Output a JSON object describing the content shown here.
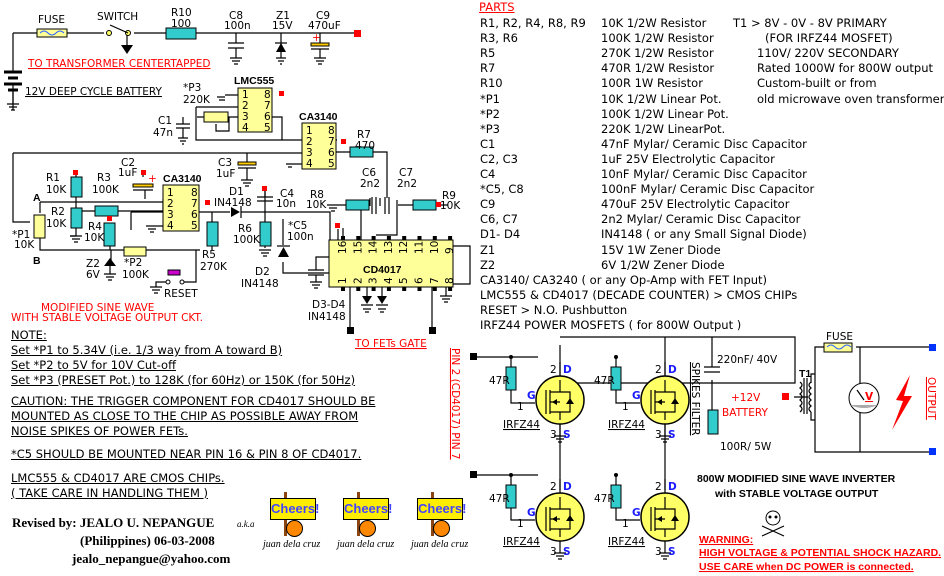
{
  "top": {
    "fuse": "FUSE",
    "switch": "SWITCH",
    "r10": [
      "R10",
      "100"
    ],
    "c8": [
      "C8",
      "100n"
    ],
    "z1": [
      "Z1",
      "15V"
    ],
    "c9": [
      "C9",
      "470uF"
    ],
    "to_transformer": "TO TRANSFORMER CENTERTAPPED",
    "battery": "12V DEEP CYCLE BATTERY"
  },
  "osc": {
    "lmc555": "LMC555",
    "lmc555_pins": [
      "1",
      "2",
      "3",
      "4",
      "8",
      "7",
      "6",
      "5"
    ],
    "p3": [
      "*P3",
      "220K"
    ],
    "c1": [
      "C1",
      "47n"
    ],
    "ca3140_top": "CA3140",
    "ca3140_pins": [
      "1",
      "2",
      "3",
      "4",
      "8",
      "7",
      "6",
      "5"
    ],
    "r7": [
      "R7",
      "470"
    ],
    "c3": [
      "C3",
      "1uF"
    ]
  },
  "ctrl": {
    "c2": [
      "C2",
      "1uF"
    ],
    "ca3140": "CA3140",
    "r1": [
      "R1",
      "10K"
    ],
    "r2": [
      "R2",
      "10K"
    ],
    "r3": [
      "R3",
      "100K"
    ],
    "r4": [
      "R4",
      "10K"
    ],
    "a": "A",
    "b": "B",
    "p1": [
      "*P1",
      "10K"
    ],
    "z2": [
      "Z2",
      "6V"
    ],
    "p2": [
      "*P2",
      "100K"
    ],
    "reset": "RESET",
    "r5": [
      "R5",
      "270K"
    ],
    "d1": [
      "D1",
      "IN4148"
    ],
    "c4": [
      "C4",
      "10n"
    ],
    "r6": [
      "R6",
      "100K"
    ],
    "c5": [
      "*C5",
      "100n"
    ],
    "d2": [
      "D2",
      "IN4148"
    ],
    "c6": [
      "C6",
      "2n2"
    ],
    "c7": [
      "C7",
      "2n2"
    ],
    "r8": [
      "R8",
      "10K"
    ],
    "r9": [
      "R9",
      "10K"
    ],
    "cd4017": "CD4017",
    "cd4017_top_pins": [
      "16",
      "15",
      "14",
      "13",
      "12",
      "11",
      "10",
      "9"
    ],
    "cd4017_bottom_pins": [
      "1",
      "2",
      "3",
      "4",
      "5",
      "6",
      "7",
      "8"
    ],
    "d3d4": [
      "D3-D4",
      "IN4148"
    ],
    "to_fets_gate": "TO FETs GATE",
    "title": [
      "MODIFIED SINE WAVE",
      "WITH STABLE VOLTAGE OUTPUT CKT."
    ]
  },
  "notes": [
    "NOTE:",
    "Set *P1 to 5.34V (i.e. 1/3 way from A toward B)",
    "Set *P2 to 5V for 10V Cut-off",
    "Set *P3 (PRESET Pot.) to 128K (for 60Hz) or 150K (for 50Hz)",
    "CAUTION: THE TRIGGER COMPONENT FOR CD4017 SHOULD BE",
    "MOUNTED AS CLOSE TO THE CHIP AS POSSIBLE AWAY FROM",
    "NOISE SPIKES OF POWER FETs.",
    "*C5 SHOULD BE MOUNTED NEAR PIN 16 & PIN 8 OF CD4017.",
    "LMC555 & CD4017 ARE CMOS CHIPs.",
    "( TAKE CARE IN HANDLING THEM )"
  ],
  "credits": {
    "revised": "Revised by:   JEALO U. NEPANGUE",
    "aka": "a.k.a",
    "place_date": "(Philippines)     06-03-2008",
    "email": "jealo_nepangue@yahoo.com",
    "cheers": [
      {
        "sign": "Cheers!",
        "caption": "juan dela cruz"
      },
      {
        "sign": "Cheers!",
        "caption": "juan dela cruz"
      },
      {
        "sign": "Cheers!",
        "caption": "juan dela cruz"
      }
    ]
  },
  "parts": {
    "title": "PARTS",
    "rows": [
      [
        "R1, R2, R4, R8, R9",
        "10K 1/2W Resistor"
      ],
      [
        "R3, R6",
        "100K 1/2W Resistor"
      ],
      [
        "R5",
        "270K 1/2W Resistor"
      ],
      [
        "R7",
        "470R 1/2W Resistor"
      ],
      [
        "R10",
        "100R 1W Resistor"
      ],
      [
        "*P1",
        "10K 1/2W Linear Pot."
      ],
      [
        "*P2",
        "100K 1/2W Linear Pot."
      ],
      [
        "*P3",
        "220K 1/2W LinearPot."
      ],
      [
        "C1",
        "47nF Mylar/ Ceramic Disc Capacitor"
      ],
      [
        "C2, C3",
        "1uF 25V Electrolytic Capacitor"
      ],
      [
        "C4",
        "10nF Mylar/ Ceramic Disc Capacitor"
      ],
      [
        "*C5, C8",
        "100nF Mylar/ Ceramic Disc Capacitor"
      ],
      [
        "C9",
        "470uF 25V Electrolytic Capacitor"
      ],
      [
        "C6, C7",
        "2n2 Mylar/ Ceramic Disc Capacitor"
      ],
      [
        "D1- D4",
        "IN4148 ( or any Small Signal Diode)"
      ],
      [
        "Z1",
        "15V 1W Zener Diode"
      ],
      [
        "Z2",
        "6V 1/2W Zener Diode"
      ]
    ],
    "extra": [
      "CA3140/ CA3240 ( or any Op-Amp with FET Input)",
      "LMC555 & CD4017 (DECADE COUNTER) > CMOS CHIPs",
      "RESET > N.O. Pushbutton",
      "IRFZ44 POWER MOSFETS ( for 800W Output )"
    ],
    "t1": [
      "T1 > 8V - 0V - 8V PRIMARY",
      "(FOR IRFZ44 MOSFET)",
      "110V/ 220V SECONDARY",
      "Rated 1000W for 800W output",
      "Custom-built or from",
      "old microwave oven transformer"
    ]
  },
  "power": {
    "pin_label": "PIN 2  (CD4017)  PIN 7",
    "fets": [
      {
        "r": "47R",
        "g": "G",
        "d": "D",
        "s": "S",
        "pd": "2",
        "pg": "1",
        "ps": "3",
        "name": "IRFZ44"
      },
      {
        "r": "47R",
        "g": "G",
        "d": "D",
        "s": "S",
        "pd": "2",
        "pg": "1",
        "ps": "3",
        "name": "IRFZ44"
      },
      {
        "r": "47R",
        "g": "G",
        "d": "D",
        "s": "S",
        "pd": "2",
        "pg": "1",
        "ps": "3",
        "name": "IRFZ44"
      },
      {
        "r": "47R",
        "g": "G",
        "d": "D",
        "s": "S",
        "pd": "2",
        "pg": "1",
        "ps": "3",
        "name": "IRFZ44"
      }
    ],
    "spikes_filter": "SPIKES FILTER",
    "cap": "220nF/ 40V",
    "res": "100R/ 5W",
    "battery": [
      "+12V",
      "BATTERY"
    ],
    "t1": "T1",
    "fuse": "FUSE",
    "meter": "V",
    "output": "OUTPUT",
    "title": [
      "800W MODIFIED SINE WAVE INVERTER",
      "with STABLE VOLTAGE OUTPUT"
    ],
    "warning": [
      "WARNING:",
      "HIGH VOLTAGE & POTENTIAL SHOCK HAZARD.",
      "USE CARE when DC POWER is connected."
    ]
  },
  "colors": {
    "wire": "#000000",
    "resistor": "#33cccc",
    "chip": "#ffff99",
    "mosfet": "#ffff66",
    "warning": "#ff0000",
    "terminal": "#ff0000",
    "output_terminal": "#0033ff",
    "pin_label": "#1a1aff"
  }
}
